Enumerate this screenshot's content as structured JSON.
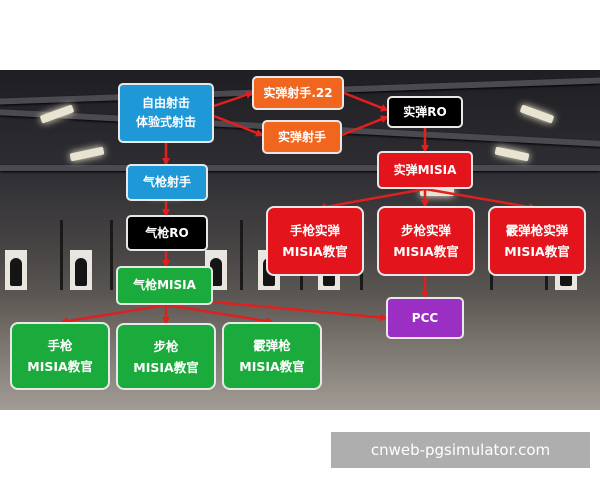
{
  "nodes": {
    "free_shooting": {
      "line1": "自由射击",
      "line2": "体验式射击",
      "color": "#1e98d6"
    },
    "live_22": {
      "label": "实弹射手.22",
      "color": "#f0661f"
    },
    "live_shooter": {
      "label": "实弹射手",
      "color": "#f0661f"
    },
    "live_ro": {
      "label": "实弹RO",
      "color": "#000000"
    },
    "air_shooter": {
      "label": "气枪射手",
      "color": "#1e98d6"
    },
    "air_ro": {
      "label": "气枪RO",
      "color": "#000000"
    },
    "live_misia": {
      "label": "实弹MISIA",
      "color": "#e3141b"
    },
    "air_misia": {
      "label": "气枪MISIA",
      "color": "#1aab3c"
    },
    "pistol_live": {
      "line1": "手枪实弹",
      "line2": "MISIA教官",
      "color": "#e3141b"
    },
    "rifle_live": {
      "line1": "步枪实弹",
      "line2": "MISIA教官",
      "color": "#e3141b"
    },
    "shotgun_live": {
      "line1": "霰弹枪实弹",
      "line2": "MISIA教官",
      "color": "#e3141b"
    },
    "pcc": {
      "label": "PCC",
      "color": "#9b2ec3"
    },
    "pistol_air": {
      "line1": "手枪",
      "line2": "MISIA教官",
      "color": "#1aab3c"
    },
    "rifle_air": {
      "line1": "步枪",
      "line2": "MISIA教官",
      "color": "#1aab3c"
    },
    "shotgun_air": {
      "line1": "霰弹枪",
      "line2": "MISIA教官",
      "color": "#1aab3c"
    }
  },
  "watermark": "cnweb-pgsimulator.com",
  "arrow_color": "#e0201f"
}
